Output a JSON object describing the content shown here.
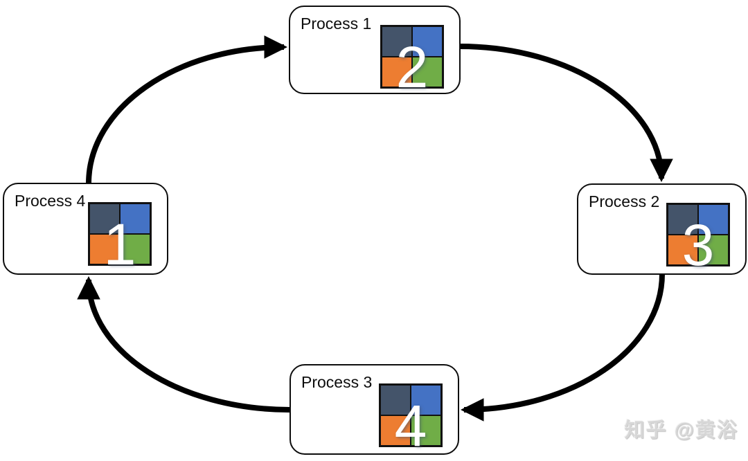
{
  "page": {
    "background": "#ffffff",
    "watermark": "知乎 @黄浴"
  },
  "diagram": {
    "type": "cycle",
    "direction": "clockwise",
    "arrow_color": "#000000",
    "node_border_color": "#0d0d0d",
    "node_number_color": "#ffffff",
    "quadrant_colors": {
      "top_left": "#44546A",
      "top_right": "#4472C4",
      "bottom_left": "#ED7D31",
      "bottom_right": "#70AD47"
    },
    "nodes": [
      {
        "label": "Process 1",
        "number": "2"
      },
      {
        "label": "Process 2",
        "number": "3"
      },
      {
        "label": "Process 3",
        "number": "4"
      },
      {
        "label": "Process 4",
        "number": "1"
      }
    ],
    "flow": [
      {
        "from": "Process 4",
        "to": "Process 1"
      },
      {
        "from": "Process 1",
        "to": "Process 2"
      },
      {
        "from": "Process 2",
        "to": "Process 3"
      },
      {
        "from": "Process 3",
        "to": "Process 4"
      }
    ]
  }
}
